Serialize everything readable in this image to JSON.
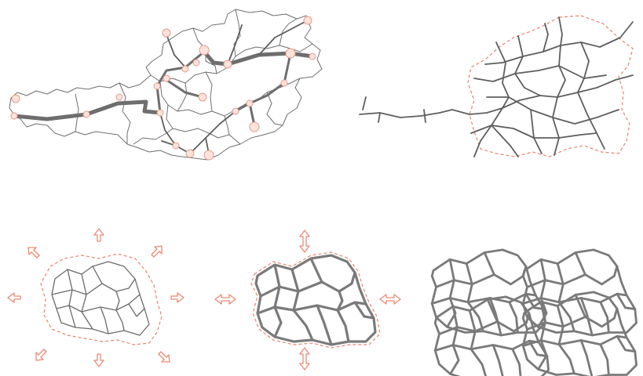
{
  "figure": {
    "panels": [
      {
        "id": "country-road-network",
        "icon": "map-outline-with-highways"
      },
      {
        "id": "abstract-road-network",
        "icon": "irregular-road-lines-with-dashed-boundary"
      },
      {
        "id": "expanding-cell",
        "icon": "cell-with-outward-arrows"
      },
      {
        "id": "stretched-cell",
        "icon": "thickened-cell-with-double-arrows"
      },
      {
        "id": "tiled-cells",
        "icon": "four-tiled-cells"
      }
    ],
    "colors": {
      "road": "#6e6e6e",
      "boundary": "#6f6f6f",
      "dashed_outline": "#e8836d",
      "node_fill": "#fbe3dc",
      "arrow": "#ea8a72",
      "tile_outline": "#d9aaa0"
    }
  }
}
